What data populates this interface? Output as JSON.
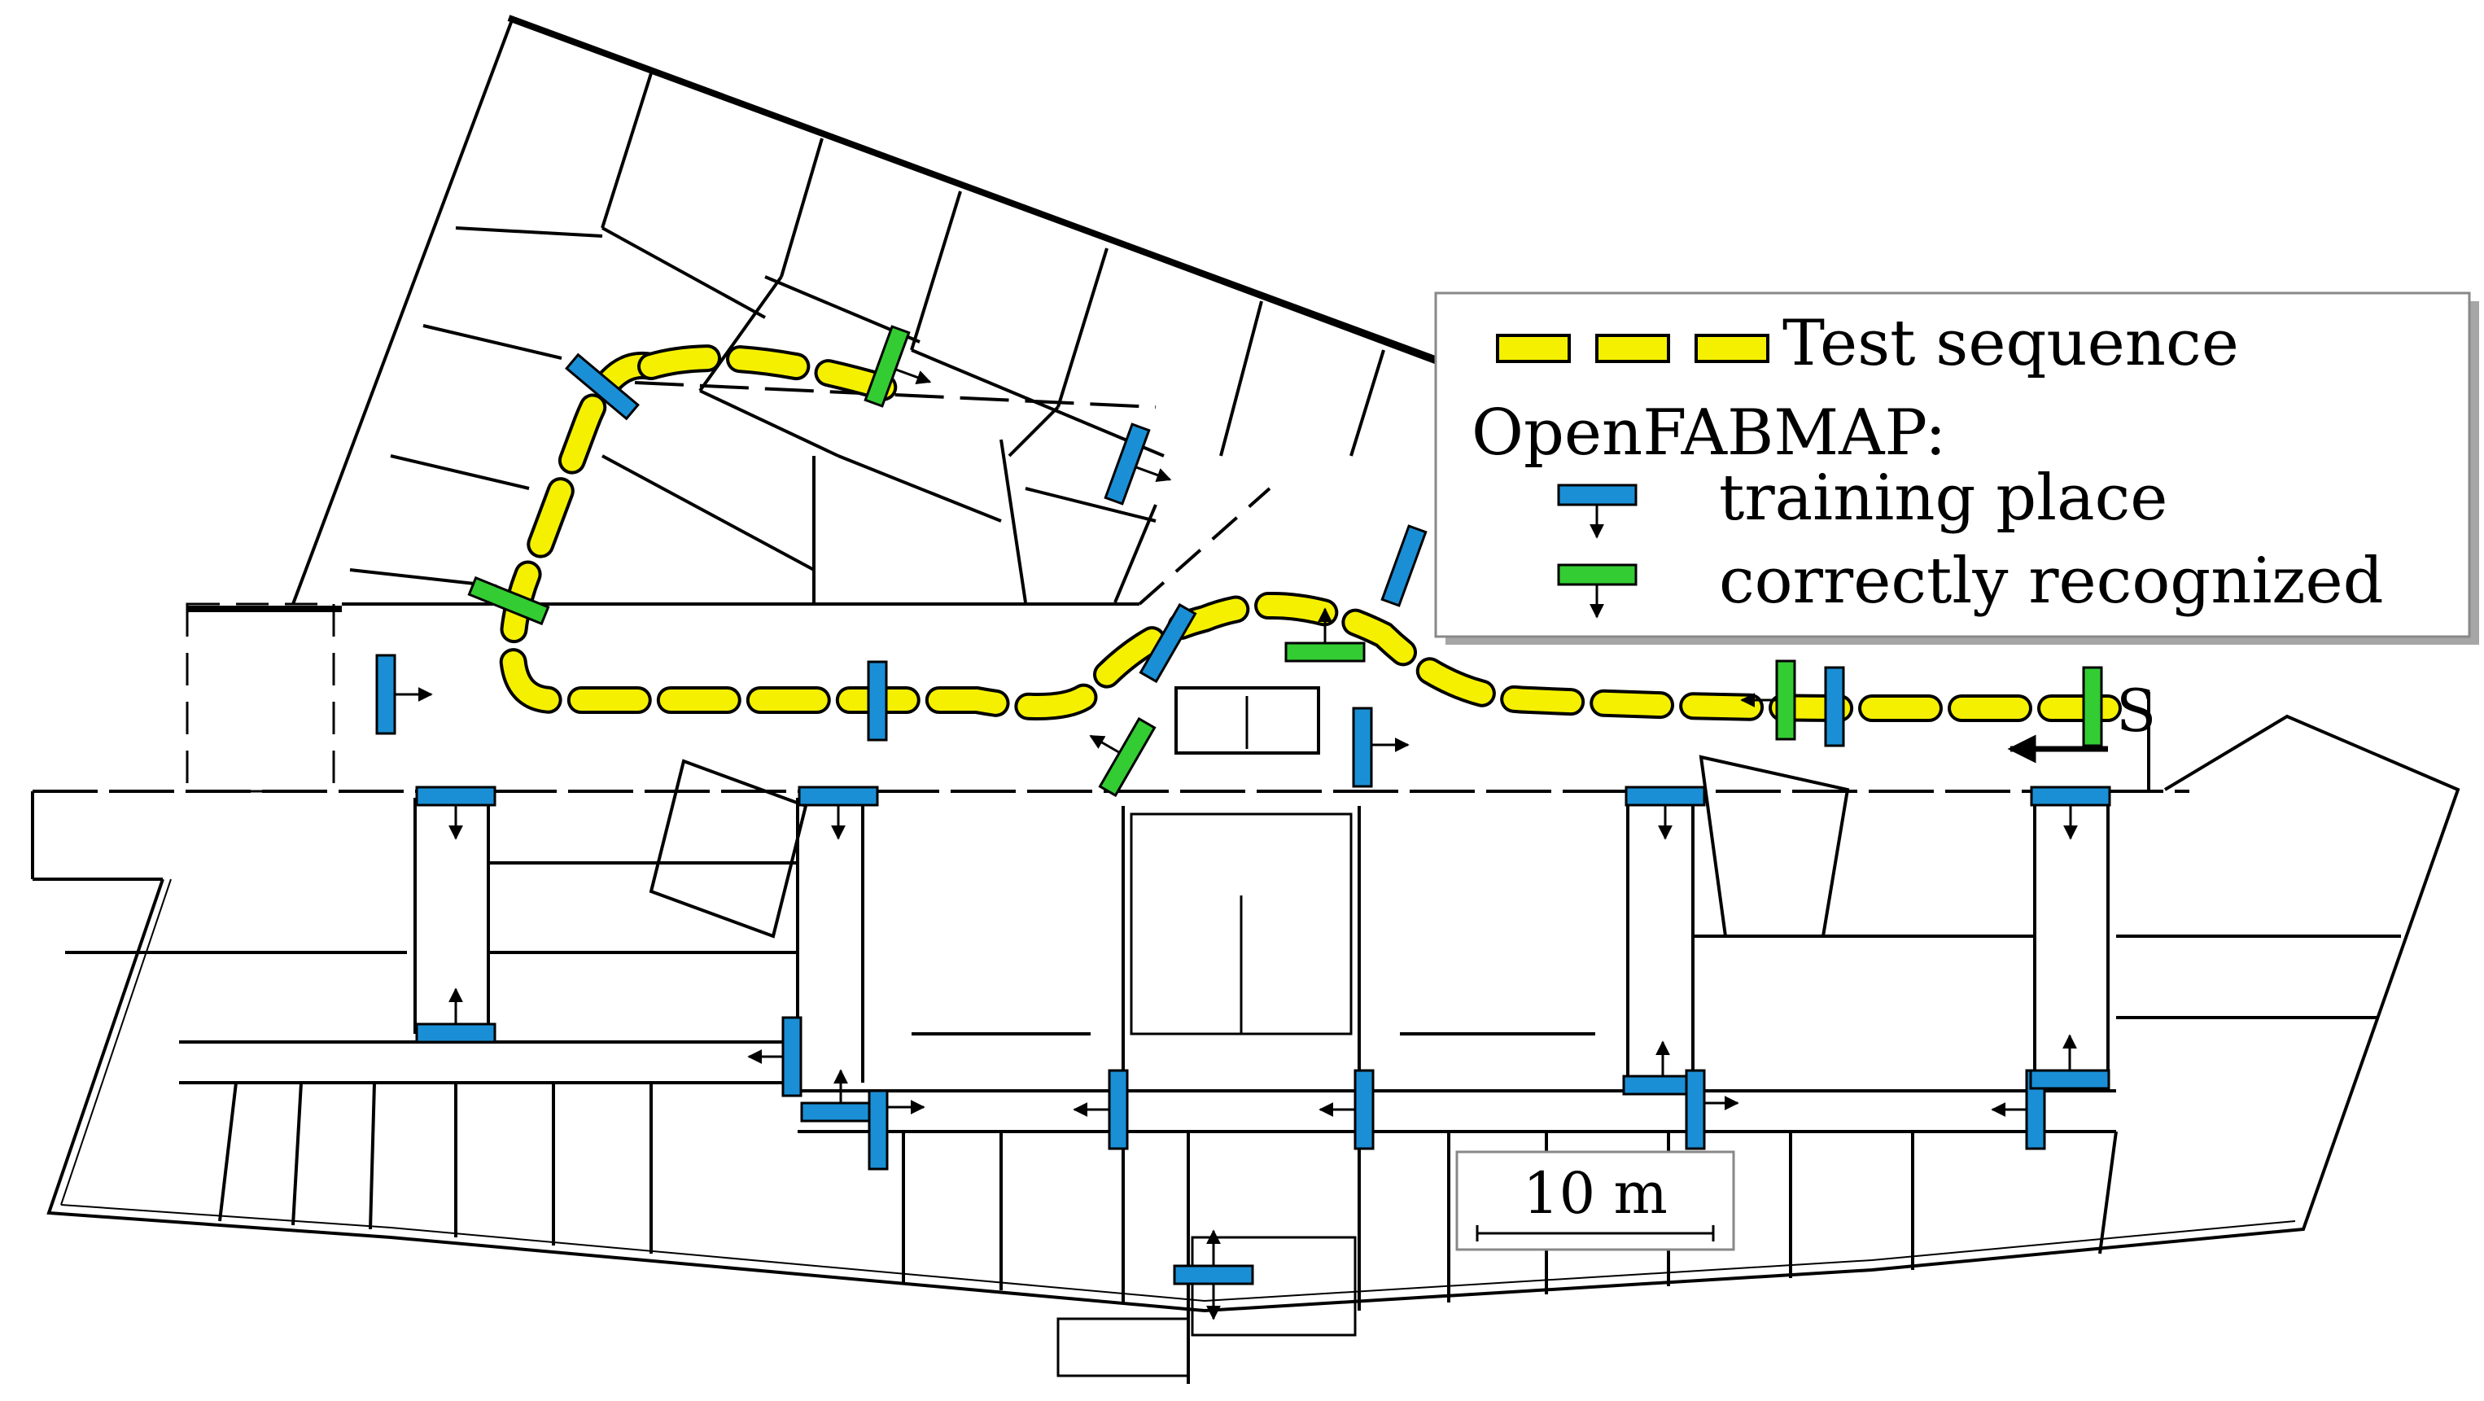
{
  "legend": {
    "test_sequence": "Test sequence",
    "method": "OpenFABMAP:",
    "training_place": "training place",
    "correctly_recognized": "correctly recognized"
  },
  "start_label": "S",
  "scale_bar_label": "10 m",
  "colors": {
    "test_sequence": "#f5f000",
    "training_place": "#1a8fd6",
    "correctly_recognized": "#33cc33",
    "marker_outline": "#000000",
    "walls": "#000000"
  }
}
